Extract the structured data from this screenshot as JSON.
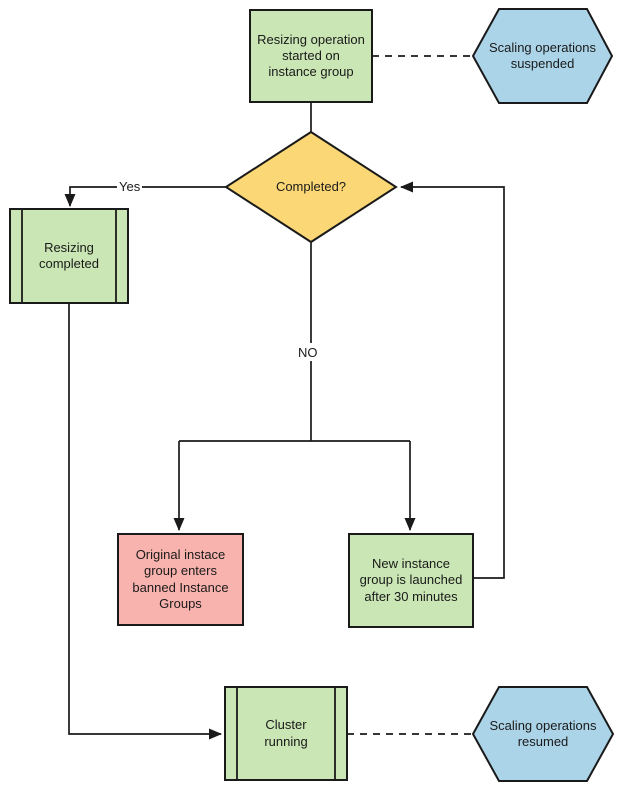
{
  "diagram": {
    "colors": {
      "process_green": "#c9e6b4",
      "decision_yellow": "#fbd775",
      "terminal_blue": "#abd4e8",
      "alert_pink": "#f9b3ae",
      "line_black": "#1a1a1a"
    },
    "nodes": {
      "start": {
        "label": "Resizing operation\nstarted on\ninstance group",
        "shape": "process"
      },
      "suspended": {
        "label": "Scaling operations\nsuspended",
        "shape": "hexagon"
      },
      "completed": {
        "label": "Completed?",
        "shape": "decision"
      },
      "resizing_completed": {
        "label": "Resizing\ncompleted",
        "shape": "predefined-process"
      },
      "banned": {
        "label": "Original instace\ngroup enters\nbanned Instance\nGroups",
        "shape": "process"
      },
      "new_instance": {
        "label": "New instance\ngroup is launched\nafter 30 minutes",
        "shape": "process"
      },
      "cluster": {
        "label": "Cluster\nrunning",
        "shape": "predefined-process"
      },
      "resumed": {
        "label": "Scaling operations\nresumed",
        "shape": "hexagon"
      }
    },
    "edge_labels": {
      "yes": "Yes",
      "no": "NO"
    }
  }
}
